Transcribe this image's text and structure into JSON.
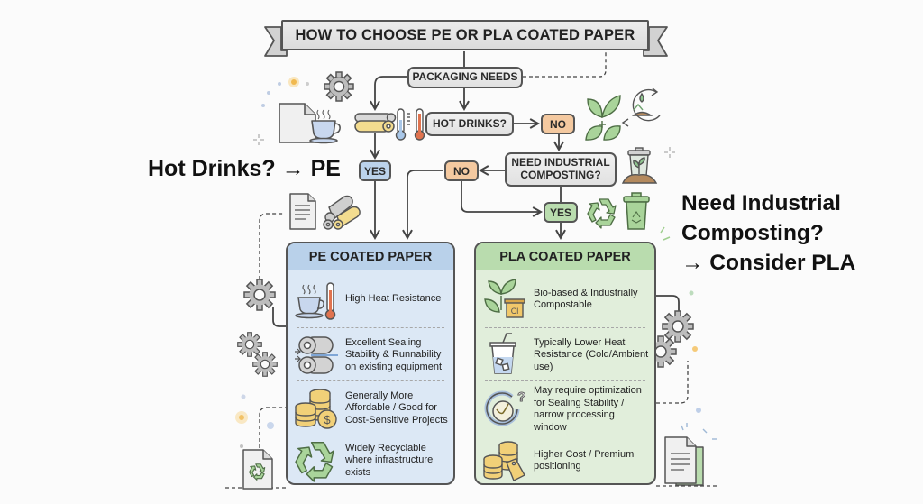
{
  "title": "HOW TO CHOOSE PE OR PLA COATED PAPER",
  "flow": {
    "start": "PACKAGING NEEDS",
    "q1": "HOT DRINKS?",
    "q1_yes": "YES",
    "q1_no": "NO",
    "q2_line1": "NEED INDUSTRIAL",
    "q2_line2": "COMPOSTING?",
    "q2_yes": "YES",
    "q2_no": "NO"
  },
  "callouts": {
    "left": "Hot Drinks? → PE",
    "right_line1": "Need Industrial",
    "right_line2": "Composting?",
    "right_line3": "→ Consider PLA"
  },
  "pe_panel": {
    "title": "PE COATED PAPER",
    "items": [
      {
        "icon": "hot-cup-thermometer-icon",
        "text": "High Heat Resistance"
      },
      {
        "icon": "rollers-icon",
        "text": "Excellent Sealing Stability & Runnability on existing equipment"
      },
      {
        "icon": "coins-dollar-icon",
        "text": "Generally More Affordable / Good for Cost-Sensitive Projects"
      },
      {
        "icon": "recycle-icon",
        "text": "Widely Recyclable where infrastructure exists"
      }
    ]
  },
  "pla_panel": {
    "title": "PLA COATED PAPER",
    "items": [
      {
        "icon": "leaves-compost-icon",
        "text": "Bio-based & Industrially Compostable"
      },
      {
        "icon": "cold-cup-icon",
        "text": "Typically Lower Heat Resistance (Cold/Ambient use)"
      },
      {
        "icon": "gauge-question-icon",
        "text": "May require optimization for Sealing Stability / narrow processing window"
      },
      {
        "icon": "coins-tag-icon",
        "text": "Higher Cost / Premium positioning"
      }
    ]
  },
  "colors": {
    "pe_accent": "#b9d1ea",
    "pe_body": "#dce8f5",
    "pla_accent": "#b9dcae",
    "pla_body": "#e1eedb",
    "no_pill": "#f4c9a0",
    "outline": "#555555"
  }
}
